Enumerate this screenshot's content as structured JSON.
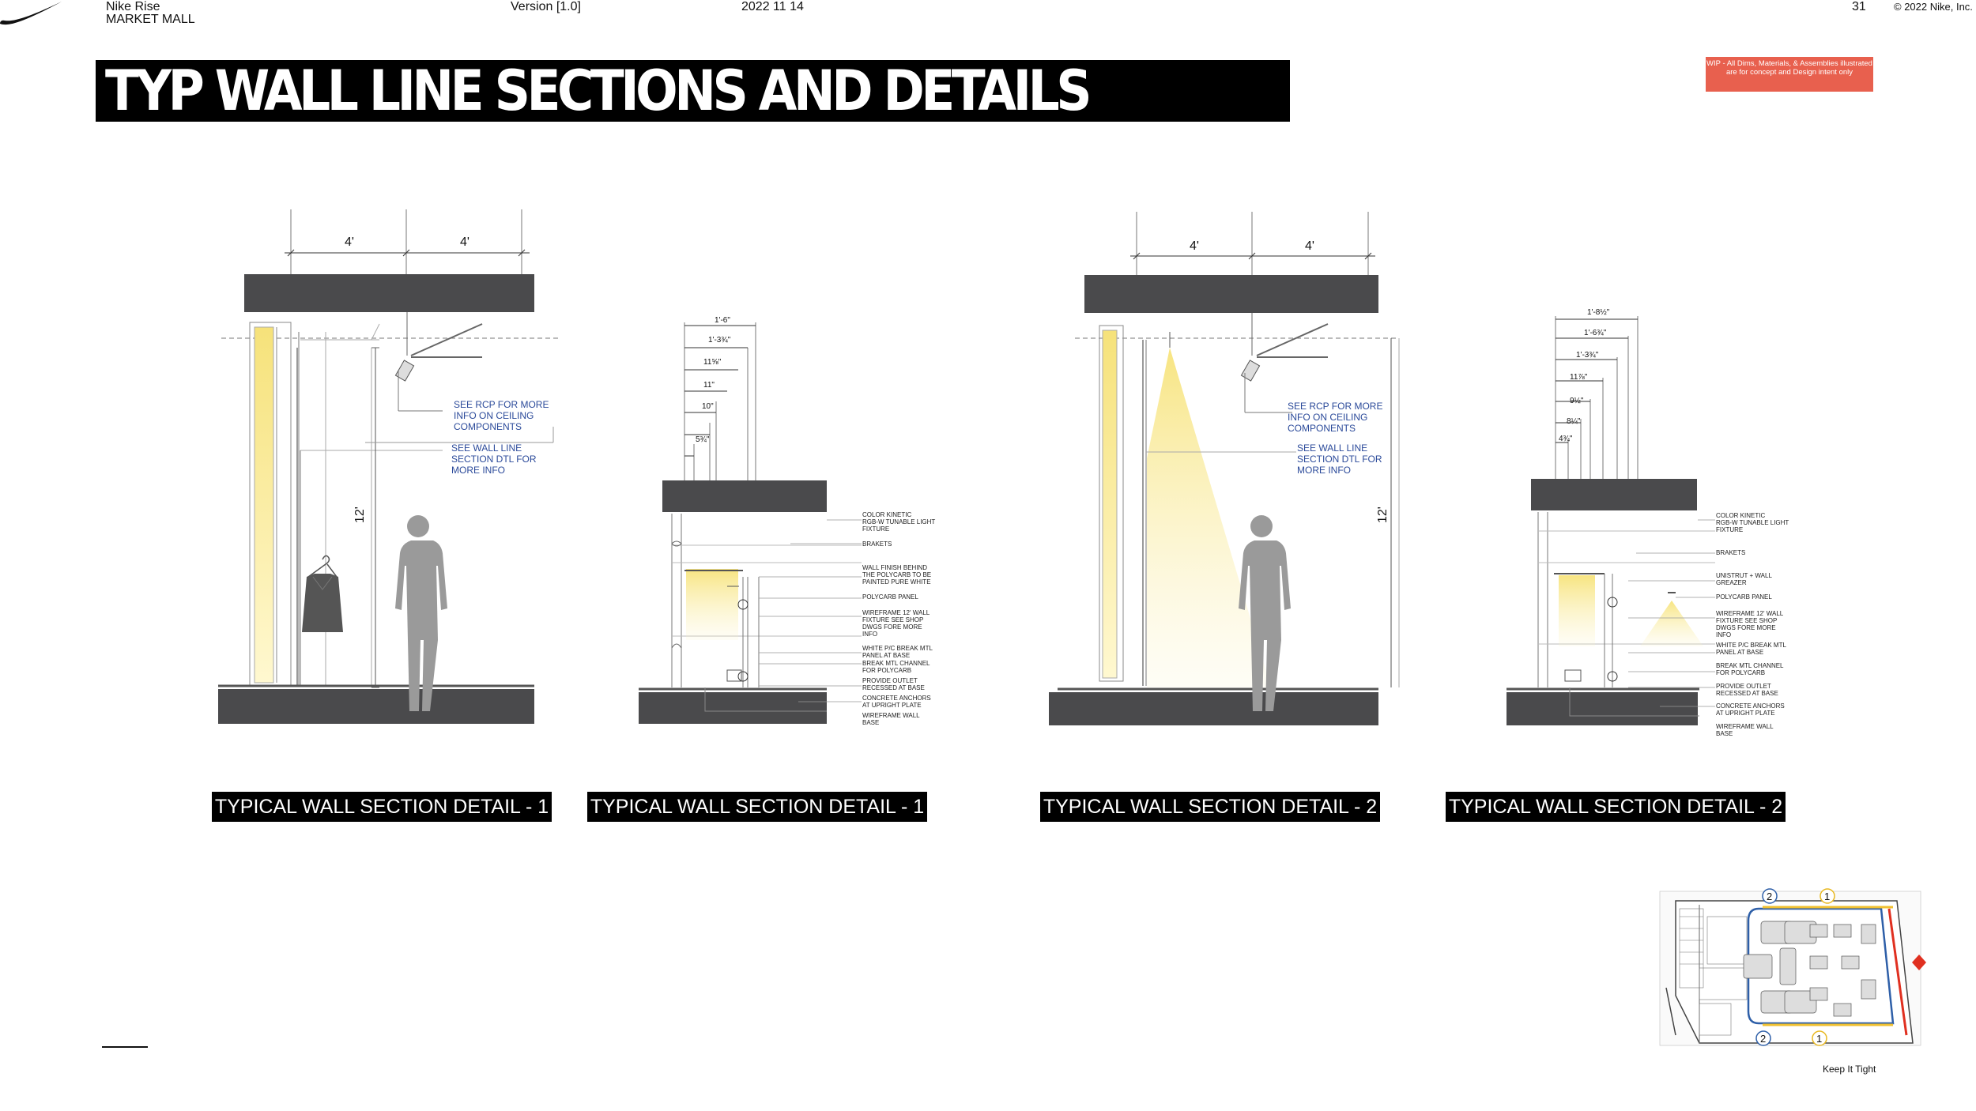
{
  "header": {
    "project_line1": "Nike Rise",
    "project_line2": "MARKET MALL",
    "version": "Version [1.0]",
    "date": "2022 11 14",
    "page_number": "31",
    "copyright": "© 2022 Nike, Inc."
  },
  "title": "TYP WALL LINE SECTIONS AND DETAILS",
  "wip_note": "WIP - All Dims, Materials, & Assemblies illustrated are for concept and Design intent only",
  "captions": [
    "TYPICAL WALL SECTION DETAIL - 1",
    "TYPICAL WALL SECTION DETAIL - 1",
    "TYPICAL WALL SECTION DETAIL - 2",
    "TYPICAL WALL SECTION DETAIL - 2"
  ],
  "section1": {
    "dim_a": "4'",
    "dim_b": "4'",
    "height": "12'",
    "note_rcp": [
      "SEE RCP FOR MORE",
      "INFO ON CEILING",
      "COMPONENTS"
    ],
    "note_wall": [
      "SEE WALL LINE",
      "SECTION DTL FOR",
      "MORE INFO"
    ]
  },
  "section2": {
    "dim_a": "4'",
    "dim_b": "4'",
    "height": "12'",
    "note_rcp": [
      "SEE RCP FOR MORE",
      "INFO ON CEILING",
      "COMPONENTS"
    ],
    "note_wall": [
      "SEE WALL LINE",
      "SECTION DTL FOR",
      "MORE INFO"
    ]
  },
  "detail1": {
    "dims": [
      "1'-6\"",
      "1'-3¾\"",
      "11⅝\"",
      "11\"",
      "10\"",
      "5¾\""
    ],
    "labels": [
      [
        "COLOR KINETIC",
        "RGB-W TUNABLE LIGHT",
        "FIXTURE"
      ],
      [
        "BRAKETS"
      ],
      [
        "WALL FINISH BEHIND",
        "THE POLYCARB TO BE",
        "PAINTED PURE WHITE"
      ],
      [
        "POLYCARB PANEL"
      ],
      [
        "WIREFRAME 12' WALL",
        "FIXTURE SEE SHOP",
        "DWGS FORE MORE",
        "INFO"
      ],
      [
        "WHITE P/C BREAK MTL",
        "PANEL AT BASE"
      ],
      [
        "BREAK MTL CHANNEL",
        "FOR POLYCARB"
      ],
      [
        "PROVIDE OUTLET",
        "RECESSED AT BASE"
      ],
      [
        "CONCRETE ANCHORS",
        "AT UPRIGHT PLATE"
      ],
      [
        "WIREFRAME WALL",
        "BASE"
      ]
    ]
  },
  "detail2": {
    "dims": [
      "1'-8½\"",
      "1'-6¾\"",
      "1'-3¾\"",
      "11⅞\"",
      "9½\"",
      "8¼\"",
      "4¾\""
    ],
    "labels": [
      [
        "COLOR KINETIC",
        "RGB-W TUNABLE LIGHT",
        "FIXTURE"
      ],
      [
        "BRAKETS"
      ],
      [
        "UNISTRUT + WALL",
        "GREAZER"
      ],
      [
        "POLYCARB PANEL"
      ],
      [
        "WIREFRAME 12' WALL",
        "FIXTURE SEE SHOP",
        "DWGS FORE MORE",
        "INFO"
      ],
      [
        "WHITE P/C BREAK MTL",
        "PANEL AT BASE"
      ],
      [
        "BREAK MTL CHANNEL",
        "FOR POLYCARB"
      ],
      [
        "PROVIDE OUTLET",
        "RECESSED AT BASE"
      ],
      [
        "CONCRETE ANCHORS",
        "AT UPRIGHT PLATE"
      ],
      [
        "WIREFRAME WALL",
        "BASE"
      ]
    ]
  },
  "key_plan": {
    "markers": [
      "2",
      "1",
      "2",
      "1"
    ],
    "caption": "Keep It Tight"
  },
  "colors": {
    "title_bar": "#000000",
    "wip_badge": "#e8604e",
    "slab": "#4a4a4c",
    "light": "#fbeea0",
    "note_text": "#2b4a9a",
    "figure": "#9a9a9a"
  }
}
